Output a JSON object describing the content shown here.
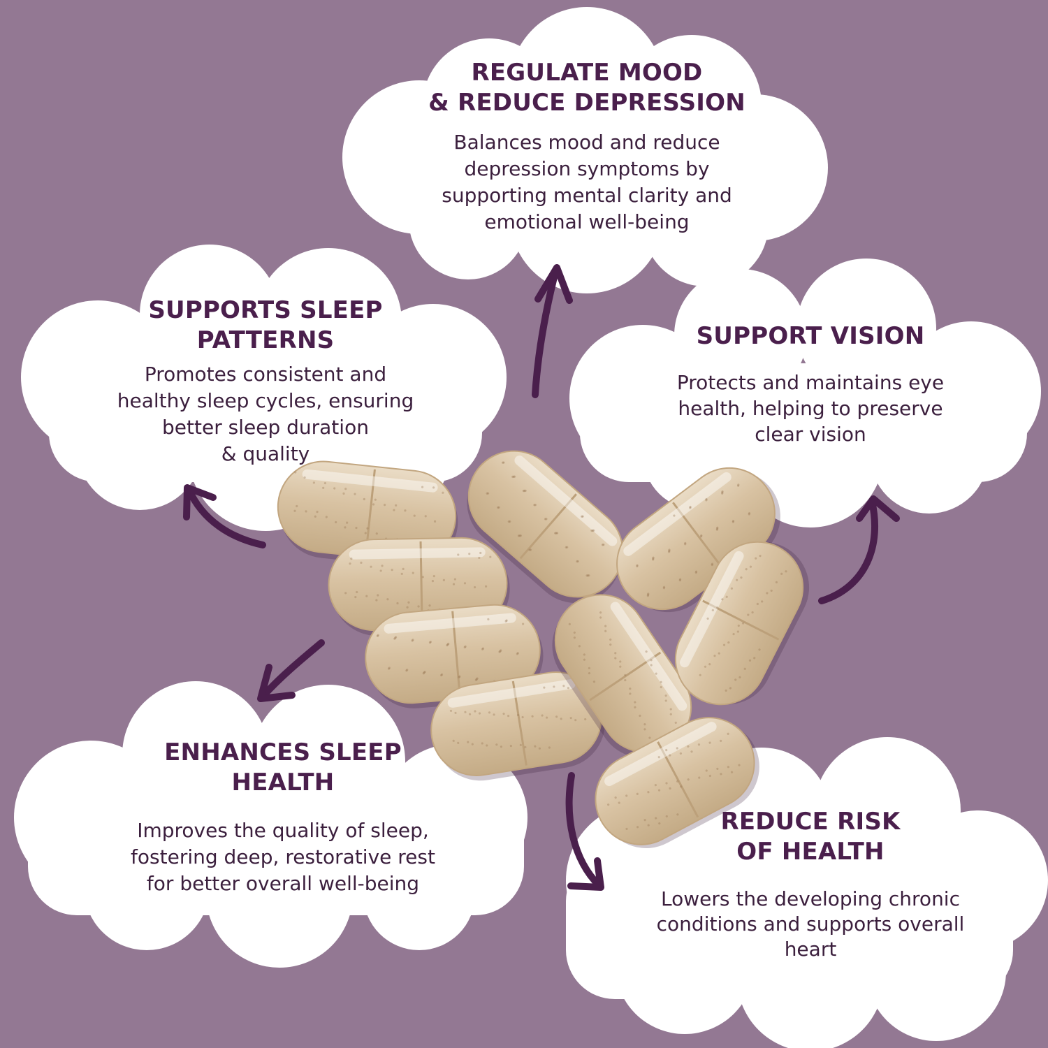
{
  "colors": {
    "background": "#937893",
    "cloud": "#ffffff",
    "heading": "#4a1f4c",
    "body_text": "#3b1f3d",
    "arrow": "#4a1f4c",
    "capsule": "#d9c4a5"
  },
  "benefits": {
    "mood": {
      "title": "REGULATE MOOD\n& REDUCE DEPRESSION",
      "text": "Balances mood and reduce\ndepression symptoms by\nsupporting mental clarity and\nemotional well-being"
    },
    "sleep_patterns": {
      "title": "SUPPORTS SLEEP\nPATTERNS",
      "text": "Promotes consistent and\nhealthy sleep cycles, ensuring\nbetter sleep duration\n& quality"
    },
    "vision": {
      "title": "SUPPORT VISION",
      "text": "Protects and maintains eye\nhealth, helping to preserve\nclear vision"
    },
    "sleep_health": {
      "title": "ENHANCES SLEEP\nHEALTH",
      "text": "Improves the quality of sleep,\nfostering deep, restorative rest\nfor better overall well-being"
    },
    "risk": {
      "title": "REDUCE RISK\nOF HEALTH",
      "text": "Lowers the developing chronic\nconditions and supports overall\nheart"
    }
  }
}
